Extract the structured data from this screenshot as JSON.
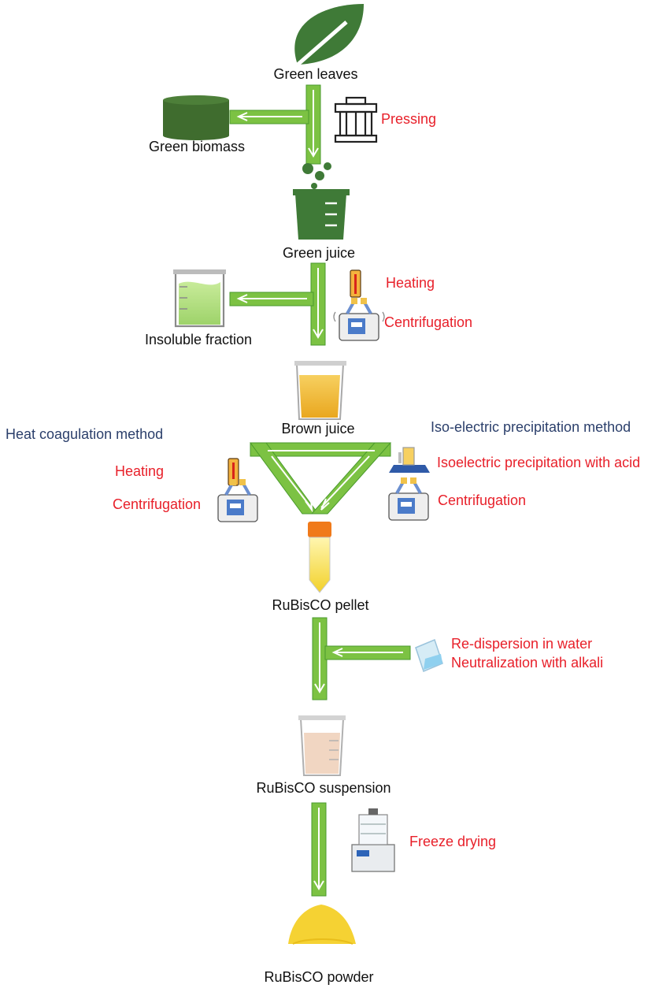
{
  "colors": {
    "arrow_fill": "#7cc243",
    "arrow_stroke": "#4a9a2c",
    "dark_green": "#3f7a37",
    "method_red": "#e8202a",
    "method_blue": "#2b3f6b"
  },
  "icons": [
    "leaf-icon",
    "biomass-disc-icon",
    "press-machine-icon",
    "beaker-bubbles-icon",
    "insoluble-beaker-icon",
    "thermometer-icon",
    "centrifuge-icon",
    "brown-juice-beaker-icon",
    "stirrer-icon",
    "falcon-tube-icon",
    "pouring-cup-icon",
    "suspension-beaker-icon",
    "freeze-dryer-icon",
    "powder-pile-icon"
  ],
  "labels": {
    "green_leaves": "Green leaves",
    "green_biomass": "Green biomass",
    "pressing": "Pressing",
    "green_juice": "Green juice",
    "heating_1": "Heating",
    "centrifugation_1": "Centrifugation",
    "insoluble_fraction": "Insoluble fraction",
    "brown_juice": "Brown juice",
    "heat_method": "Heat coagulation method",
    "iso_method": "Iso-electric precipitation method",
    "heating_2": "Heating",
    "centrifugation_2": "Centrifugation",
    "iso_acid": "Isoelectric precipitation with acid",
    "centrifugation_3": "Centrifugation",
    "pellet": "RuBisCO pellet",
    "redispersion": "Re-dispersion in water",
    "neutralization": "Neutralization with alkali",
    "suspension": "RuBisCO suspension",
    "freeze_drying": "Freeze drying",
    "powder": "RuBisCO powder"
  }
}
